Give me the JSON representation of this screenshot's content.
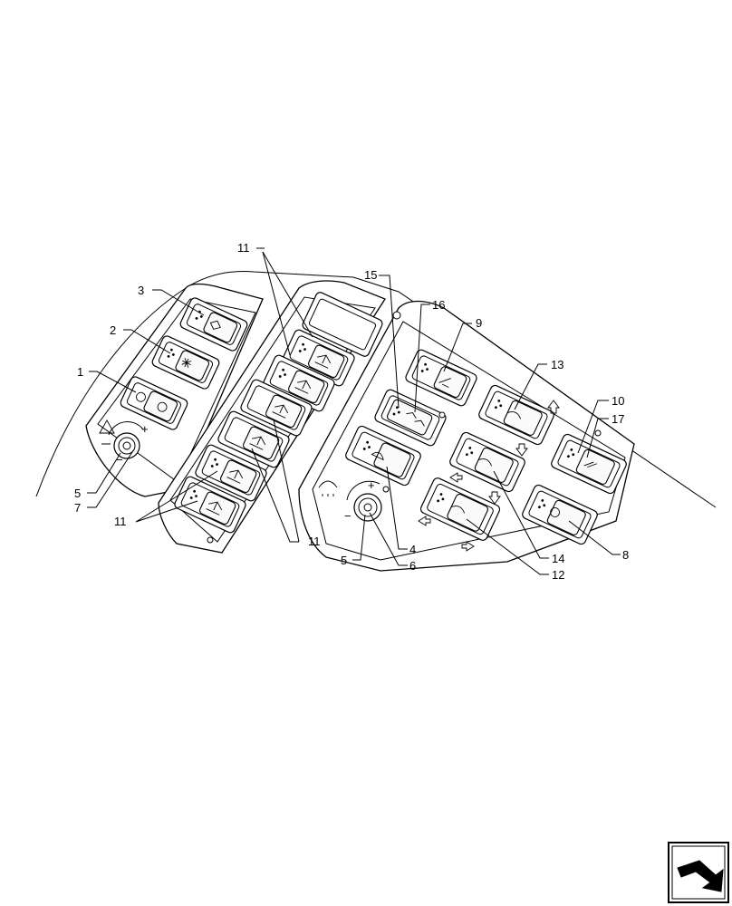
{
  "callouts": {
    "c1": "1",
    "c2": "2",
    "c3": "3",
    "c4": "4",
    "c5a": "5",
    "c5b": "5",
    "c6": "6",
    "c7": "7",
    "c8": "8",
    "c9": "9",
    "c10": "10",
    "c11a": "11",
    "c11b": "11",
    "c11c": "11",
    "c12": "12",
    "c13": "13",
    "c14": "14",
    "c15": "15",
    "c16": "16",
    "c17": "17"
  },
  "knob_signs": {
    "plus1": "+",
    "minus1": "−",
    "plus2": "+",
    "minus2": "−"
  },
  "icons": {
    "nav": "next-page-arrow-icon",
    "knob": "rotary-knob-icon",
    "switch": "rocker-switch-icon"
  },
  "colors": {
    "line": "#000000",
    "background": "#ffffff"
  }
}
